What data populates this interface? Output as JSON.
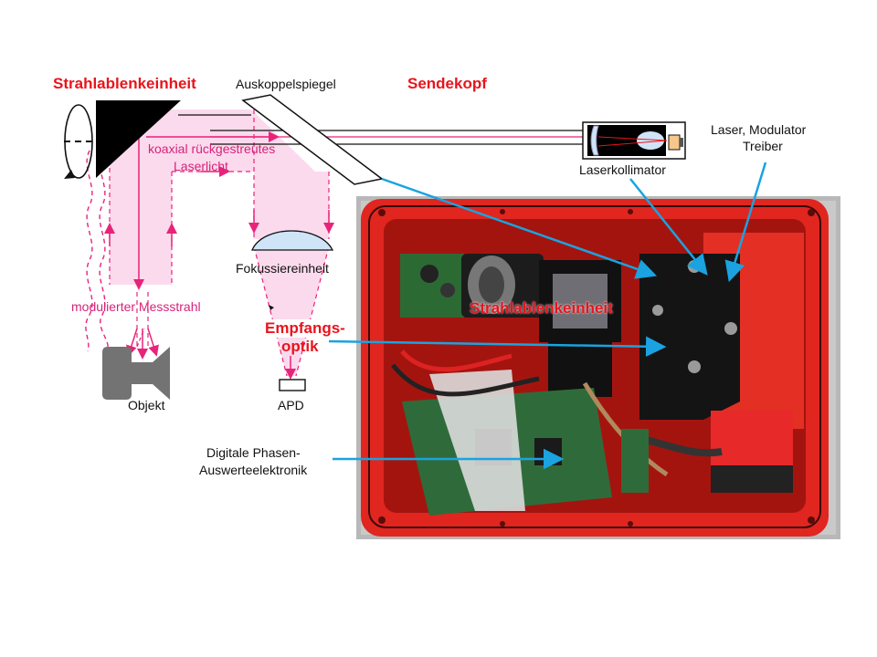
{
  "titles": {
    "beam_unit": "Strahlablenkeinheit",
    "transmit_head": "Sendekopf",
    "receive_optics_line1": "Empfangs-",
    "receive_optics_line2": "optik",
    "beam_unit_photo": "Strahlablenkeinheit"
  },
  "labels": {
    "outcoupling_mirror": "Auskoppelspiegel",
    "coaxial_line1": "koaxial rückgestreutes",
    "coaxial_line2": "Laserlicht",
    "laser_driver_line1": "Laser, Modulator",
    "laser_driver_line2": "Treiber",
    "laser_collimator": "Laserkollimator",
    "focusing_unit": "Fokussiereinheit",
    "modulated_beam": "modulierter Messstrahl",
    "object": "Objekt",
    "apd": "APD",
    "digital_line1": "Digitale Phasen-",
    "digital_line2": "Auswerteelektronik"
  },
  "colors": {
    "title_red": "#e8141c",
    "beam_pink": "#e8237a",
    "beam_fill": "#fbd3ea",
    "arrow_blue": "#1aa3e0",
    "housing_red": "#e0261f",
    "lens_blue": "#cfe4f7"
  }
}
